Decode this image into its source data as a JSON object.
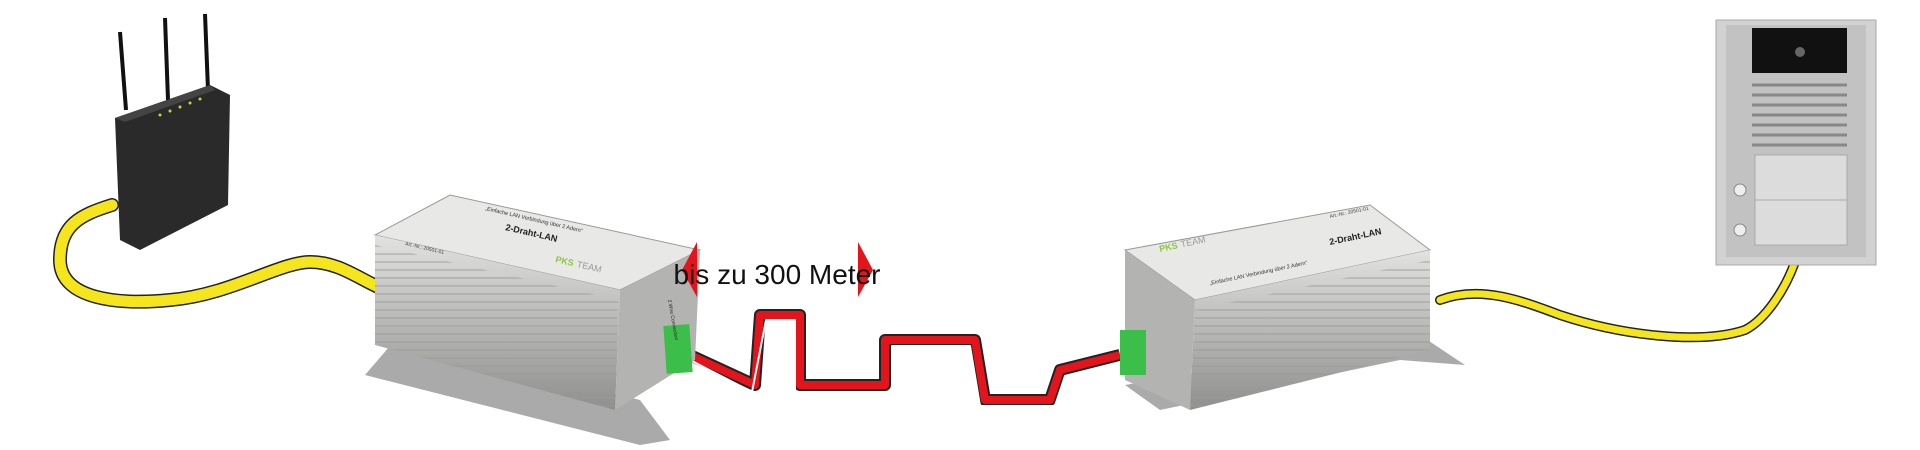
{
  "distance_label": "bis zu 300 Meter",
  "device": {
    "product_name": "2-Draht-LAN",
    "tagline": "„Einfache LAN Verbindung über 2 Adern“",
    "article_no": "Art.-Nr.: 20501-01",
    "brand_bold": "PKS",
    "brand_light": "TEAM",
    "connector_label": "2 Wire Connection"
  },
  "colors": {
    "lan_cable": "#f5e51c",
    "two_wire_red": "#e3141c",
    "arrow": "#e3141c",
    "housing": "#c4c4c2",
    "terminal": "#3cbf4a",
    "router": "#2a2a2a",
    "door_station": "#c9c9c9"
  }
}
